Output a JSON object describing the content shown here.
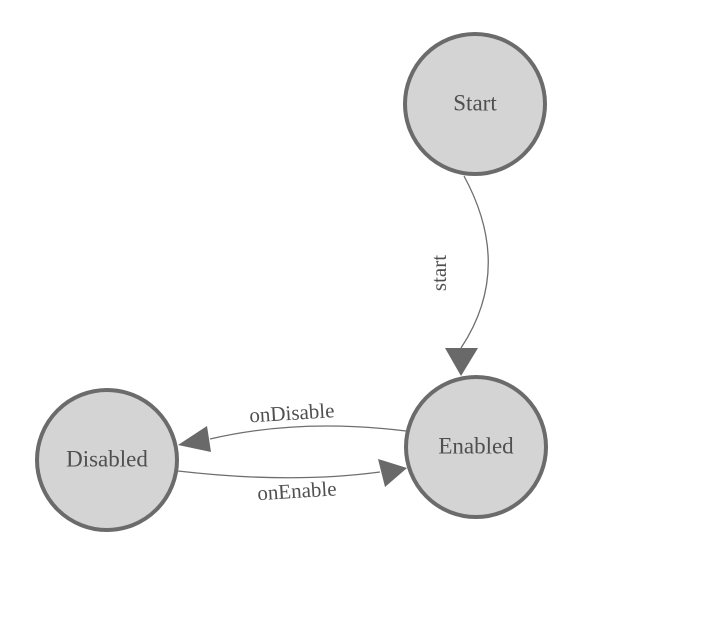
{
  "diagram": {
    "type": "state-machine",
    "background_color": "#ffffff",
    "node_fill_color": "#d4d4d4",
    "node_border_color": "#6b6b6b",
    "edge_color": "#6e6e6e",
    "arrow_color": "#696969",
    "label_color": "#4f4f4f",
    "nodes": [
      {
        "id": "start",
        "label": "Start"
      },
      {
        "id": "enabled",
        "label": "Enabled"
      },
      {
        "id": "disabled",
        "label": "Disabled"
      }
    ],
    "edges": [
      {
        "label": "start",
        "from": "Start",
        "to": "Enabled"
      },
      {
        "label": "onDisable",
        "from": "Enabled",
        "to": "Disabled"
      },
      {
        "label": "onEnable",
        "from": "Disabled",
        "to": "Enabled"
      }
    ]
  }
}
